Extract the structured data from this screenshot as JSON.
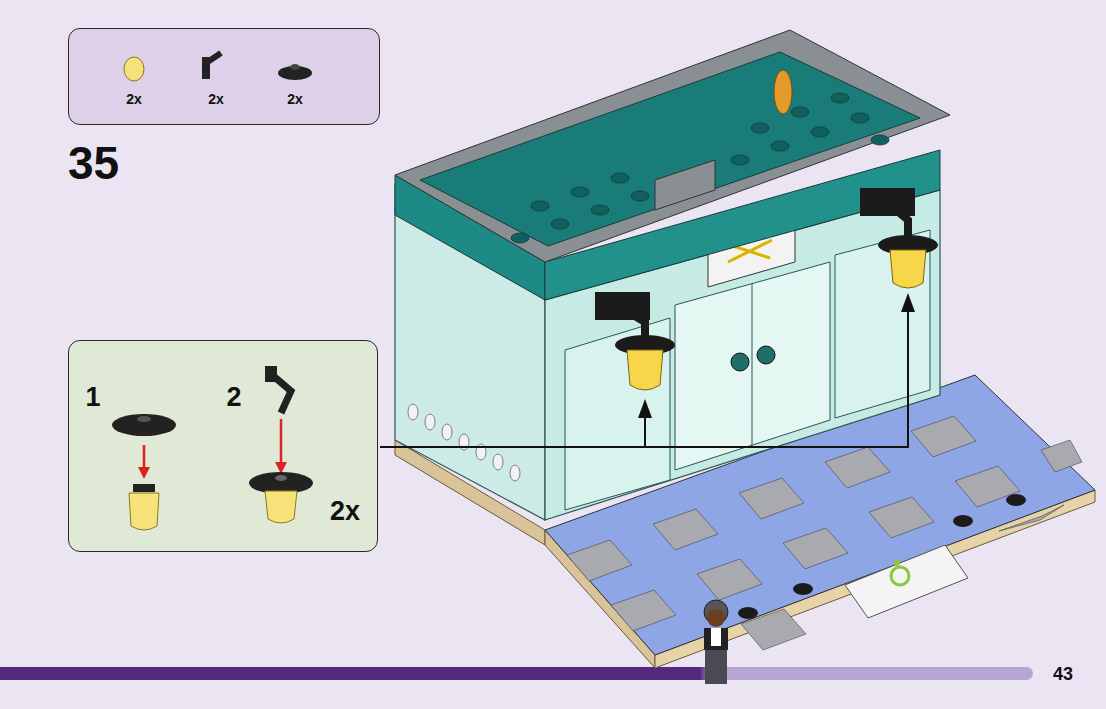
{
  "diagram": {
    "nodes": [
      {
        "text": [
          "2x",
          "2x",
          "2x"
        ]
      },
      {
        "text": [
          "1",
          "2",
          "2x"
        ]
      }
    ],
    "labels": [
      "35",
      "43"
    ]
  }
}
